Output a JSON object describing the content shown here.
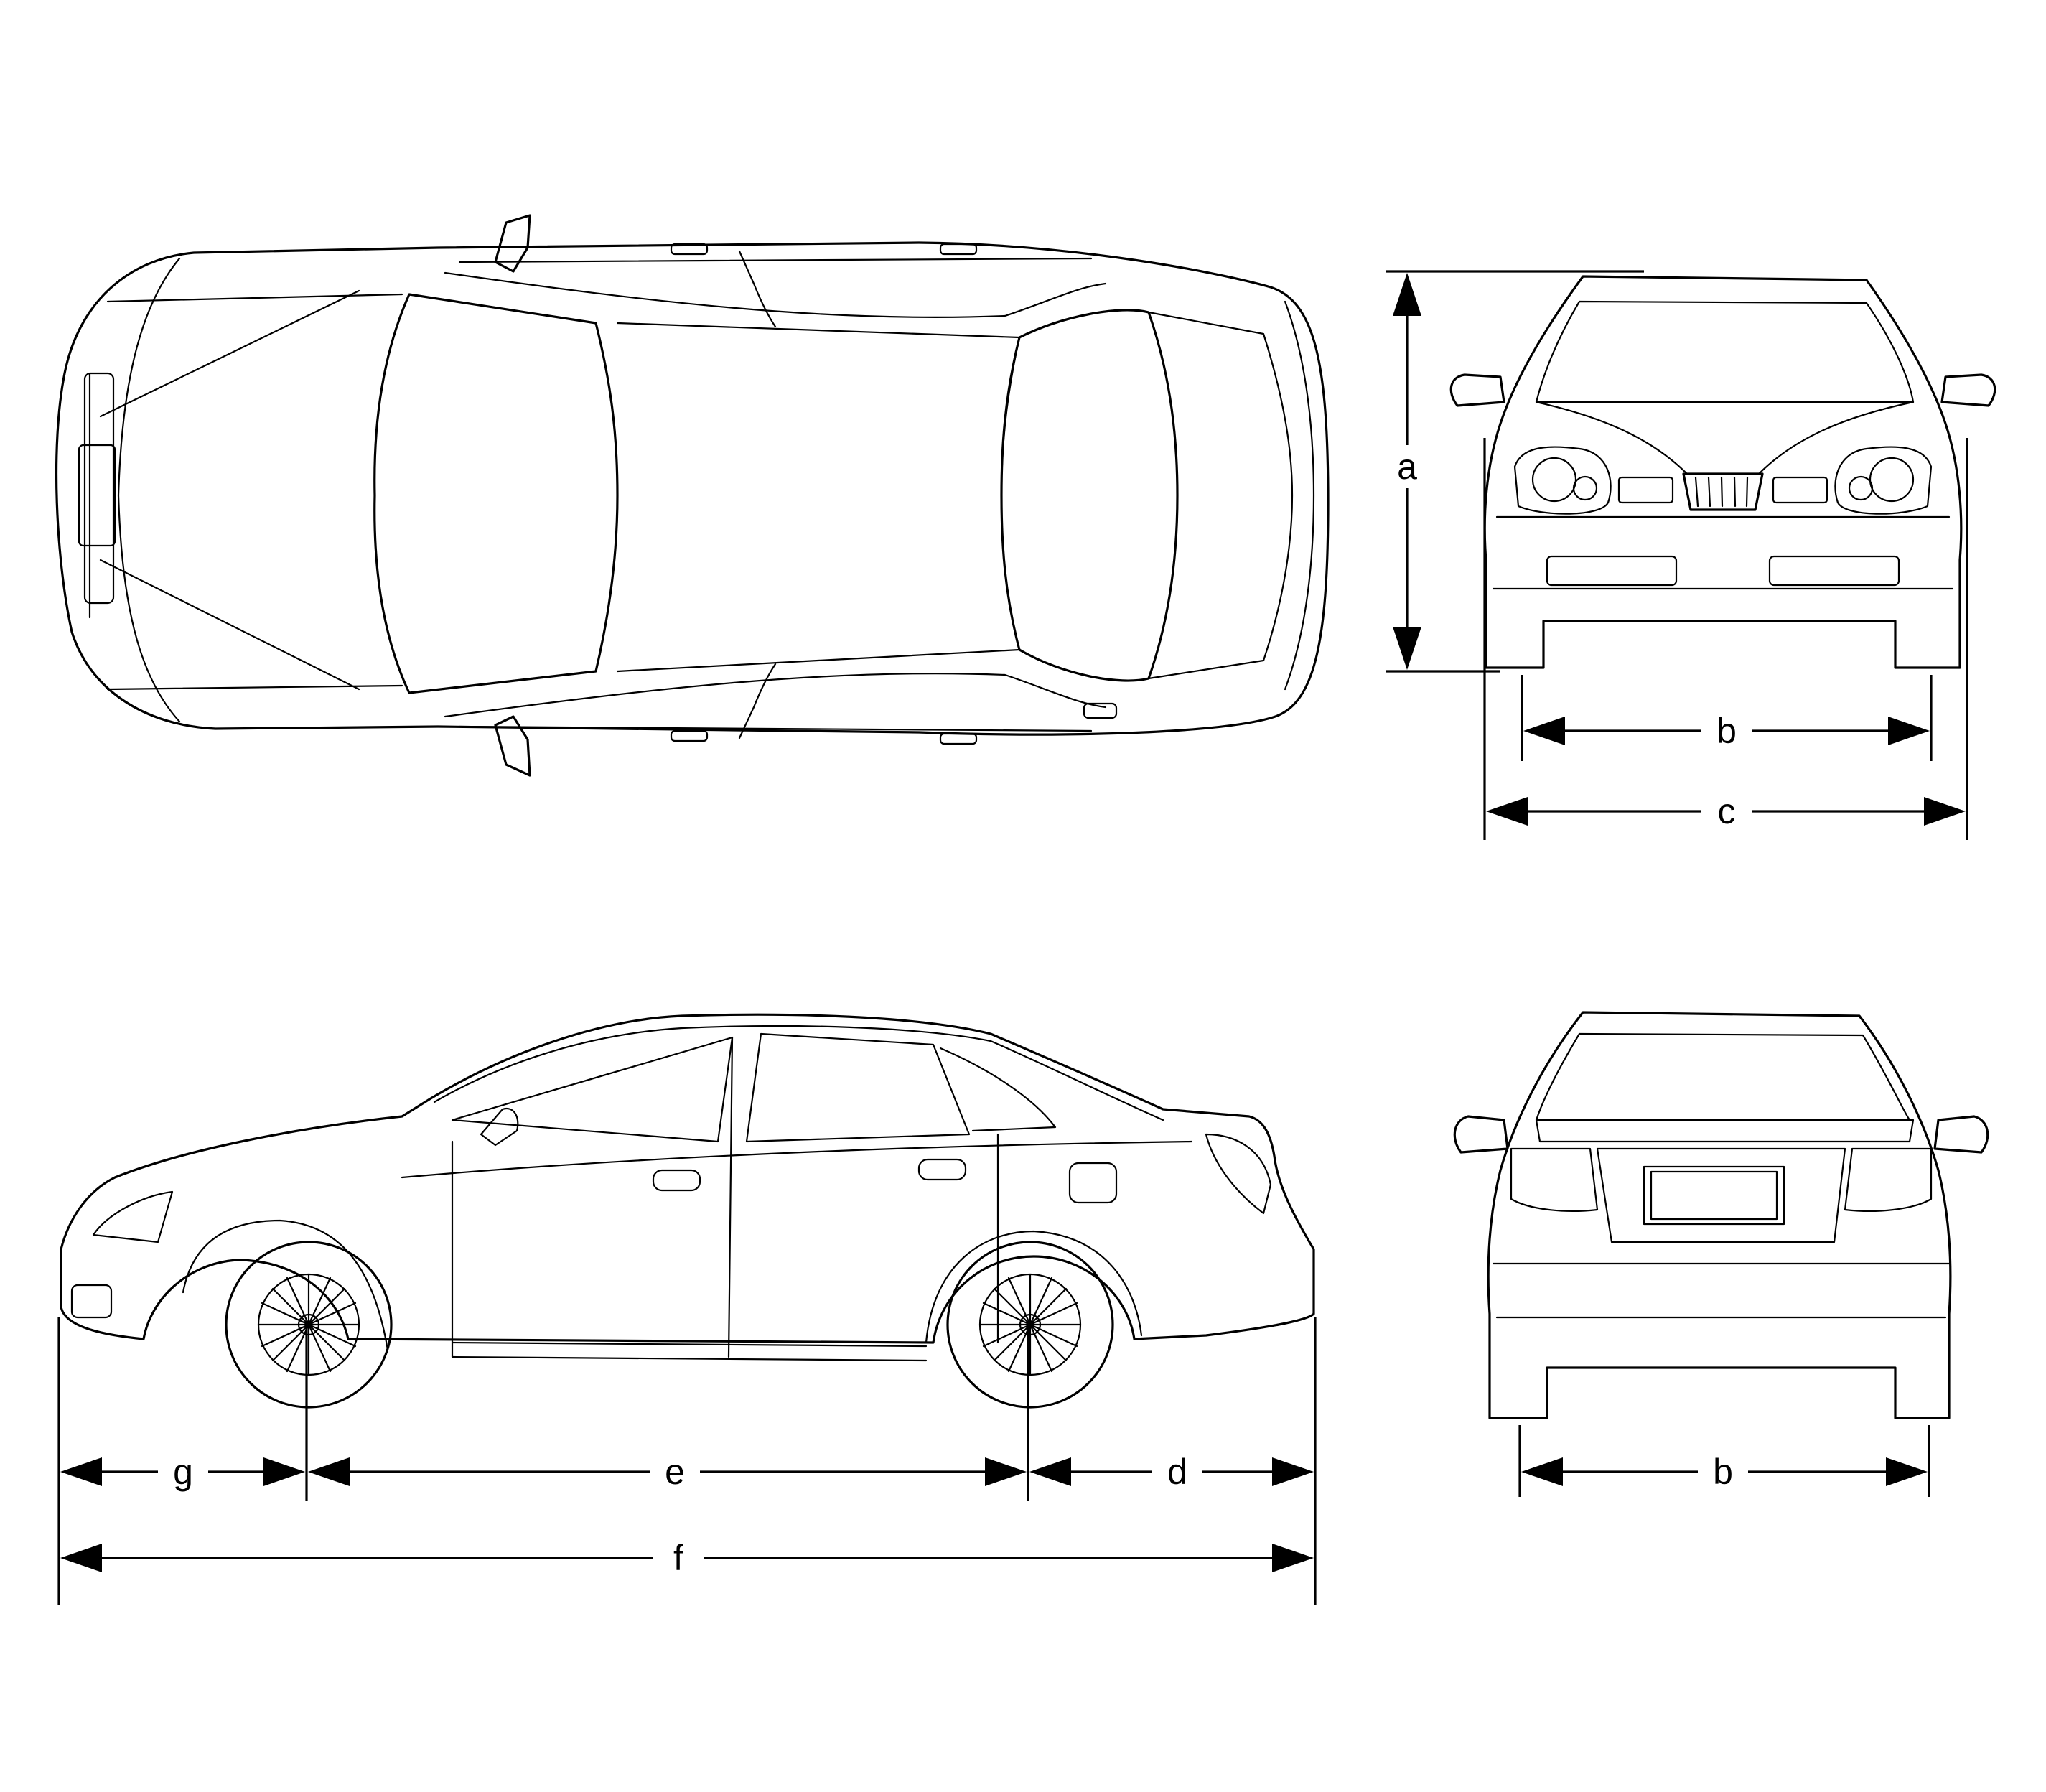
{
  "dimensions": {
    "height": "a",
    "track": "b",
    "width": "c",
    "rear_overhang": "d",
    "wheelbase": "e",
    "length": "f",
    "front_overhang": "g"
  },
  "colors": {
    "line": "#000000",
    "background": "#ffffff"
  }
}
